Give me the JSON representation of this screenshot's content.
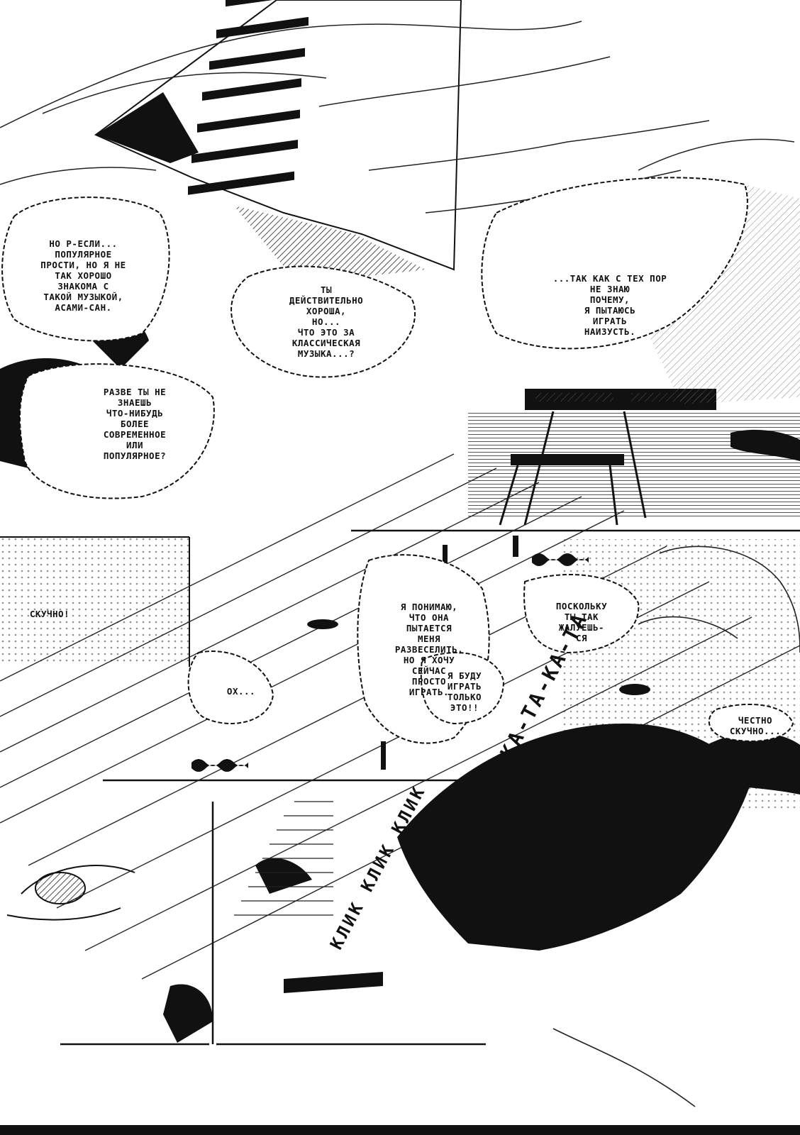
{
  "page": {
    "bubbles": [
      {
        "id": "b1",
        "text": "НО Р-ЕСЛИ...\nПОПУЛЯРНОЕ\nПРОСТИ, НО Я НЕ\nТАК ХОРОШО\nЗНАКОМА С\nТАКОЙ МУЗЫКОЙ,\nАСАМИ-САН."
      },
      {
        "id": "b2",
        "text": "ТЫ\nДЕЙСТВИТЕЛЬНО\nХОРОША,\nНО...\nЧТО ЭТО ЗА\nКЛАССИЧЕСКАЯ\nМУЗЫКА...?"
      },
      {
        "id": "b3",
        "text": "РАЗВЕ ТЫ НЕ\nЗНАЕШЬ\nЧТО-НИБУДЬ\nБОЛЕЕ\nСОВРЕМЕННОЕ\nИЛИ\nПОПУЛЯРНОЕ?"
      },
      {
        "id": "b4",
        "text": "...ТАК КАК С ТЕХ ПОР\nНЕ ЗНАЮ\nПОЧЕМУ,\nЯ ПЫТАЮСЬ\nИГРАТЬ\nНАИЗУСТЬ."
      },
      {
        "id": "b5",
        "text": "СКУЧНО!"
      },
      {
        "id": "b6",
        "text": "Я ПОНИМАЮ,\nЧТО ОНА\nПЫТАЕТСЯ\nМЕНЯ\nРАЗВЕСЕЛИТЬ,\nНО Я ХОЧУ\nСЕЙЧАС\nПРОСТО\nИГРАТЬ."
      },
      {
        "id": "b7",
        "text": "ОХ..."
      },
      {
        "id": "b8",
        "text": "ПОСКОЛЬКУ\nТЫ ТАК\nЖАЛУЕШЬ-\nСЯ"
      },
      {
        "id": "b9",
        "text": "Я БУДУ\nИГРАТЬ\nТОЛЬКО\nЭТО!!"
      },
      {
        "id": "b10",
        "text": "ЧЕСТНО\nСКУЧНО..."
      }
    ],
    "sfx": [
      {
        "id": "s1",
        "text": "КА-ТА-КА-ТА-КА-ТА"
      },
      {
        "id": "s2",
        "text": "КЛИК КЛИК КЛИК"
      }
    ]
  }
}
